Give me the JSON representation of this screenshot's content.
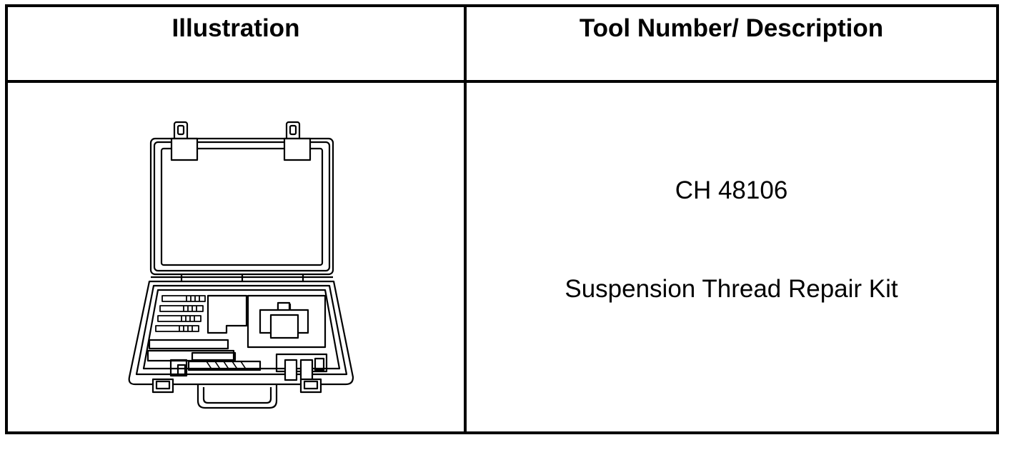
{
  "table": {
    "header": {
      "illustration": "Illustration",
      "tool_number_description": "Tool Number/ Description"
    },
    "rows": [
      {
        "illustration_icon": "tool-case-icon",
        "tool_number": "CH 48106",
        "description": "Suspension Thread Repair Kit"
      }
    ]
  }
}
